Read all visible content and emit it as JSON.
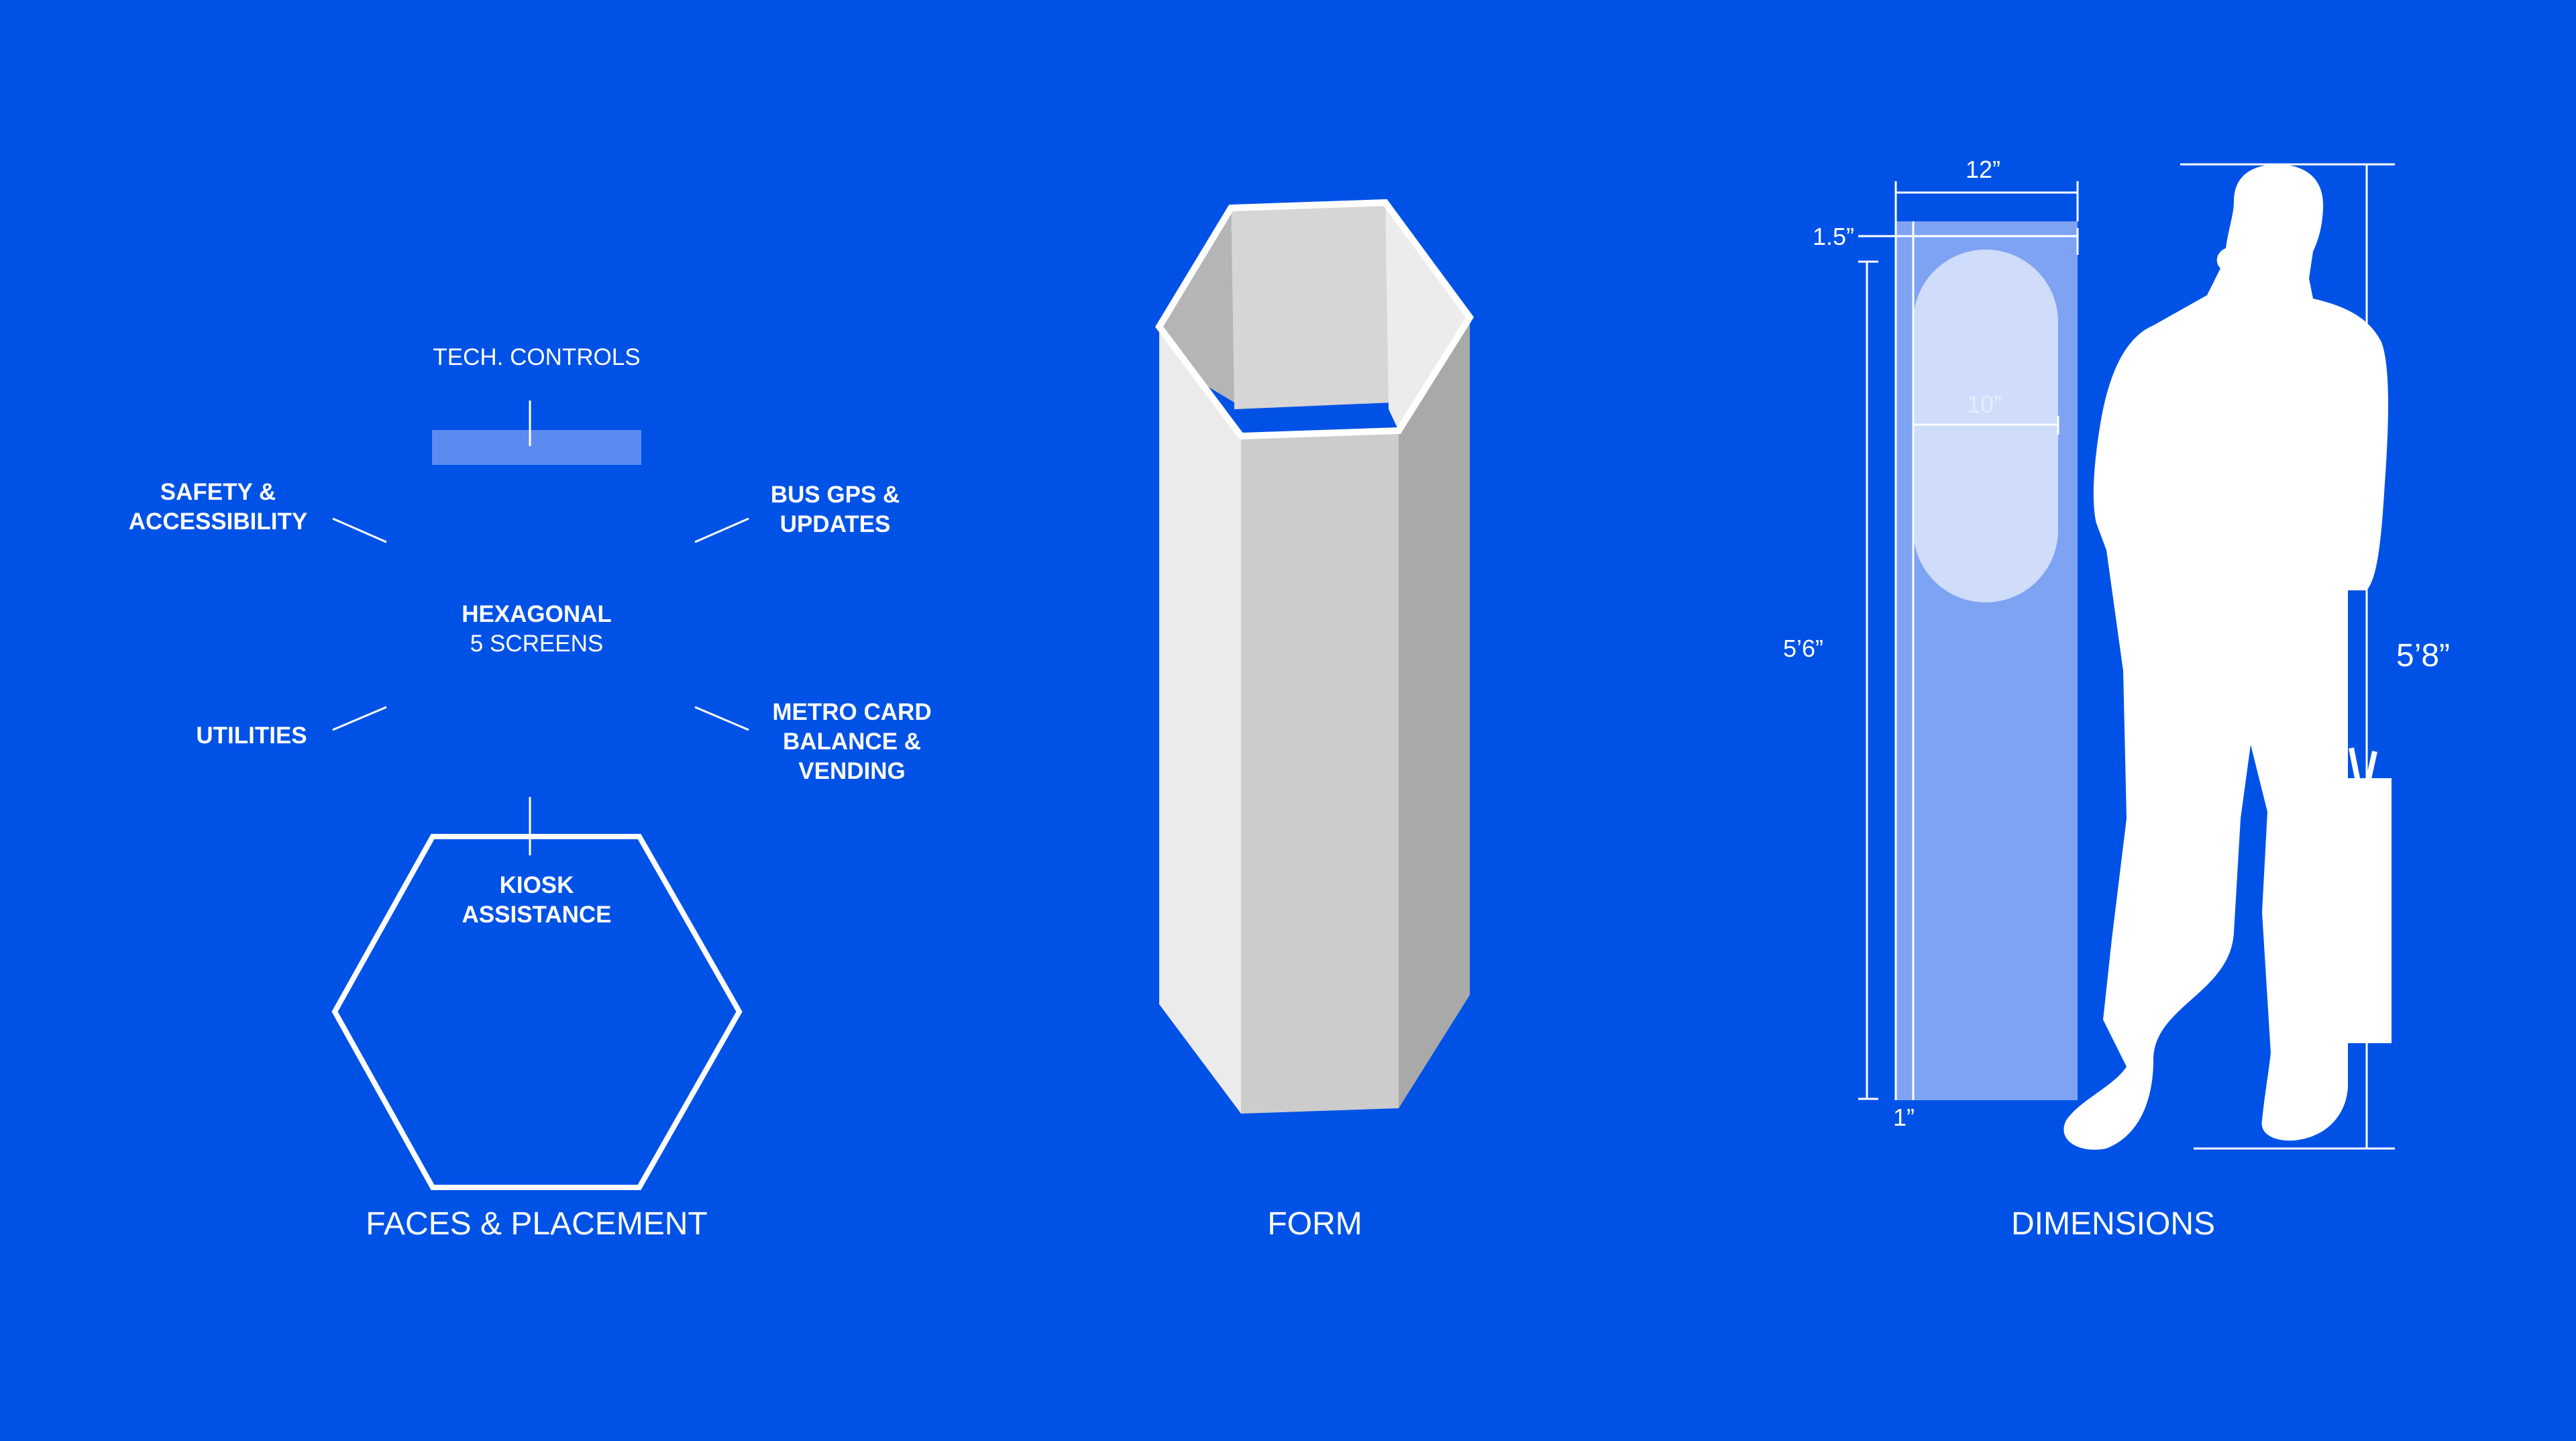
{
  "colors": {
    "background": "#0052E6",
    "white": "#ffffff",
    "kiosk_screen_translucent": "#7FA3F3",
    "kiosk_window": "#CFDCFA",
    "tech_bar": "#5B8AF0",
    "face_light": "#EBEBEB",
    "face_mid": "#CCCCCC",
    "face_dark": "#A9A9A9",
    "interior_left": "#B5B5B5",
    "interior_back": "#D6D6D6",
    "interior_right": "#ECECEC"
  },
  "faces_placement": {
    "title": "FACES & PLACEMENT",
    "center_title": "HEXAGONAL",
    "center_subtitle": "5 SCREENS",
    "labels": {
      "tech_controls": "TECH. CONTROLS",
      "safety": "SAFETY &\nACCESSIBILITY",
      "bus_gps": "BUS GPS &\nUPDATES",
      "utilities": "UTILITIES",
      "metro_card": "METRO CARD\nBALANCE &\nVENDING",
      "kiosk_assistance": "KIOSK\nASSISTANCE"
    }
  },
  "form": {
    "title": "FORM"
  },
  "dimensions": {
    "title": "DIMENSIONS",
    "width_total": "12”",
    "screen_width": "10”",
    "top_margin": "1.5”",
    "kiosk_height": "5’6”",
    "base_margin": "1”",
    "person_height": "5’8”"
  }
}
